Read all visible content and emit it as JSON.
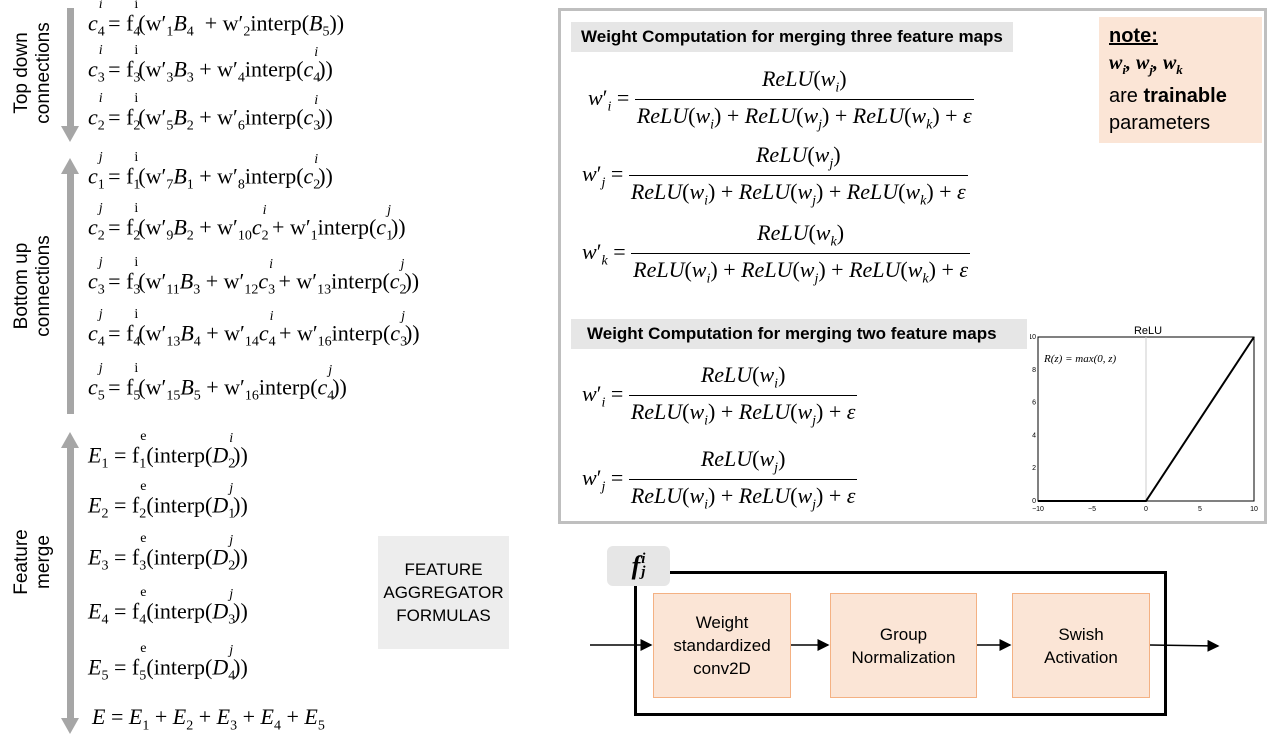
{
  "sections": {
    "top_down": "Top down\nconnections",
    "bottom_up": "Bottom up\nconnections",
    "feature_merge": "Feature\nmerge"
  },
  "aggregator_label": "FEATURE\nAGGREGATOR\nFORMULAS",
  "panel": {
    "three_maps_title": "Weight Computation for merging three feature maps",
    "two_maps_title": "Weight Computation for merging two feature maps"
  },
  "note": {
    "title": "note:",
    "line2": "are",
    "bold": "trainable",
    "line3": "parameters"
  },
  "relu_plot": {
    "title": "ReLU",
    "formula": "R(z) = max(0,  z)"
  },
  "chart_data": {
    "type": "line",
    "title": "ReLU",
    "x": [
      -10,
      0,
      10
    ],
    "y": [
      0,
      0,
      10
    ],
    "xticks": [
      "−10",
      "−5",
      "0",
      "5",
      "10"
    ],
    "yticks": [
      "0",
      "2",
      "4",
      "6",
      "8",
      "10"
    ],
    "xlim": [
      -10,
      10
    ],
    "ylim": [
      0,
      10
    ],
    "annotation": "R(z) = max(0,  z)",
    "grid": true
  },
  "block": {
    "label_f": "f",
    "label_sub": "j",
    "label_sup": "i",
    "boxes": [
      "Weight\nstandardized\nconv2D",
      "Group\nNormalization",
      "Swish\nActivation"
    ]
  }
}
